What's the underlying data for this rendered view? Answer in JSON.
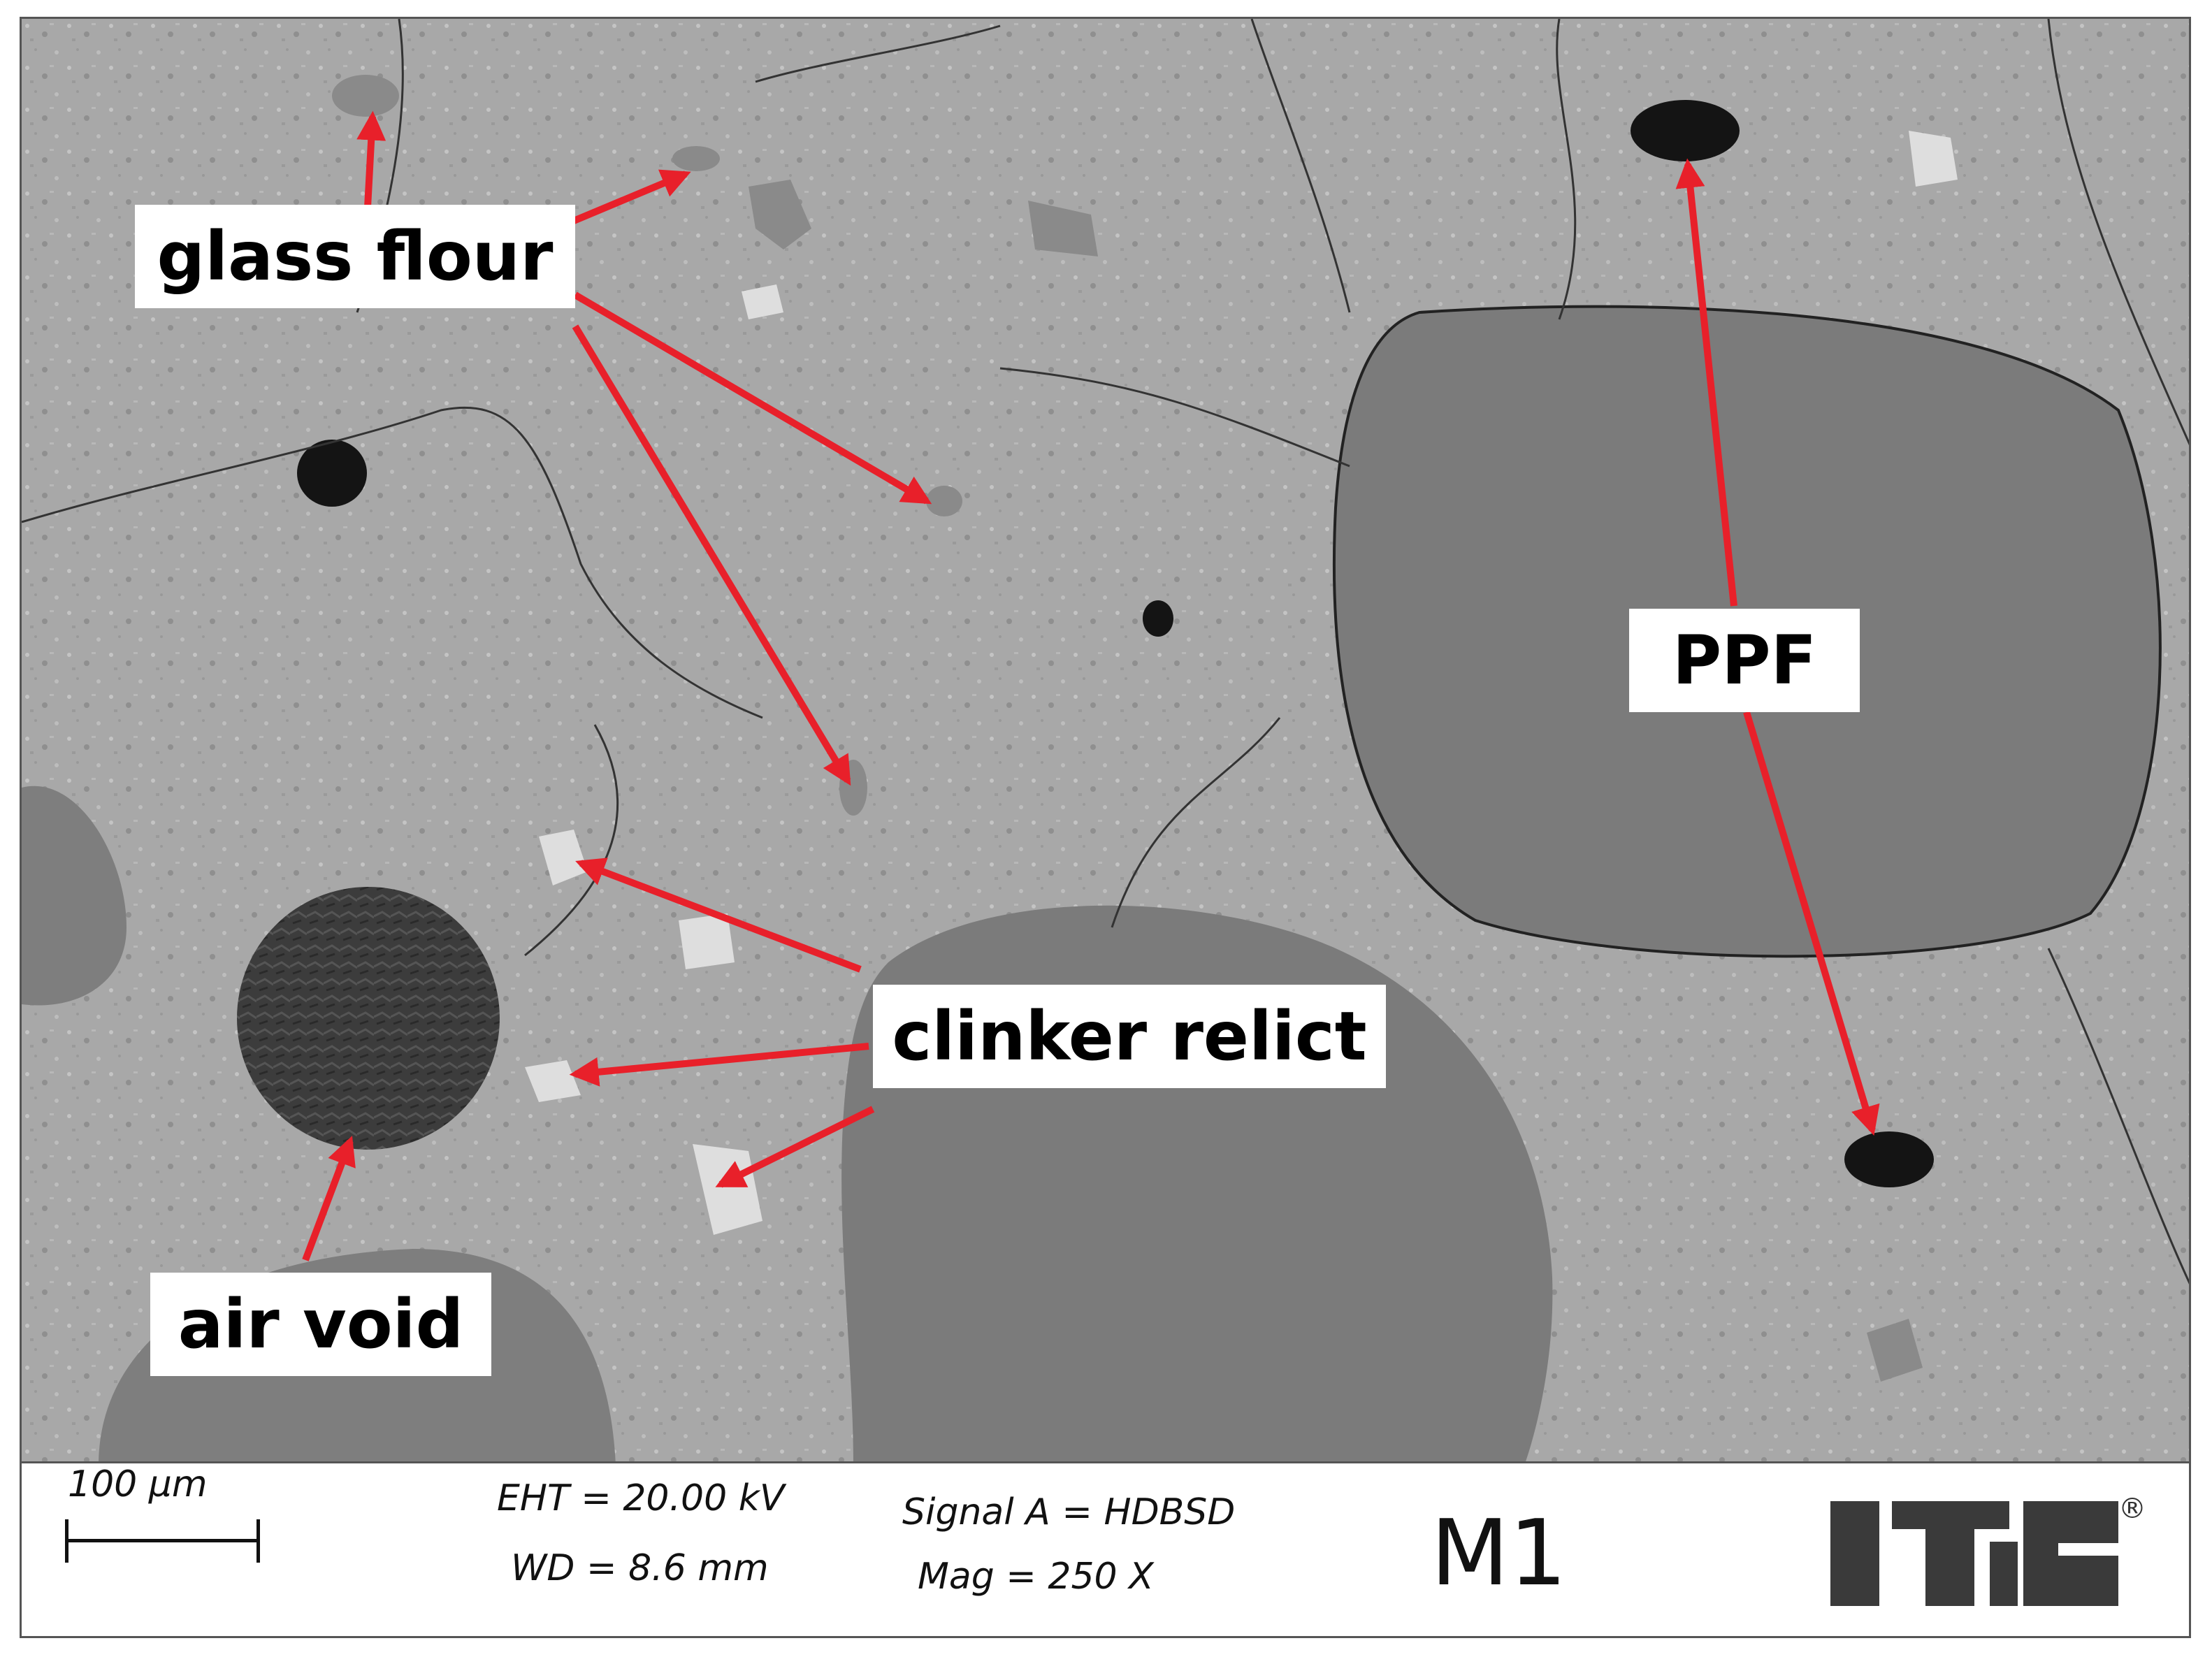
{
  "labels": {
    "glass_flour": "glass flour",
    "ppf": "PPF",
    "clinker_relict": "clinker relict",
    "air_void": "air void"
  },
  "info_bar": {
    "scale": "100 µm",
    "eht": "EHT = 20.00 kV",
    "wd": "WD =  8.6 mm",
    "signal": "Signal A = HDBSD",
    "mag": "Mag =    250 X",
    "sample": "M1",
    "logo_mark": "®"
  },
  "colors": {
    "arrow": "#e8202a",
    "matrix": "#a6a6a6",
    "fibre": "#7b7b7b",
    "void": "#141414"
  }
}
